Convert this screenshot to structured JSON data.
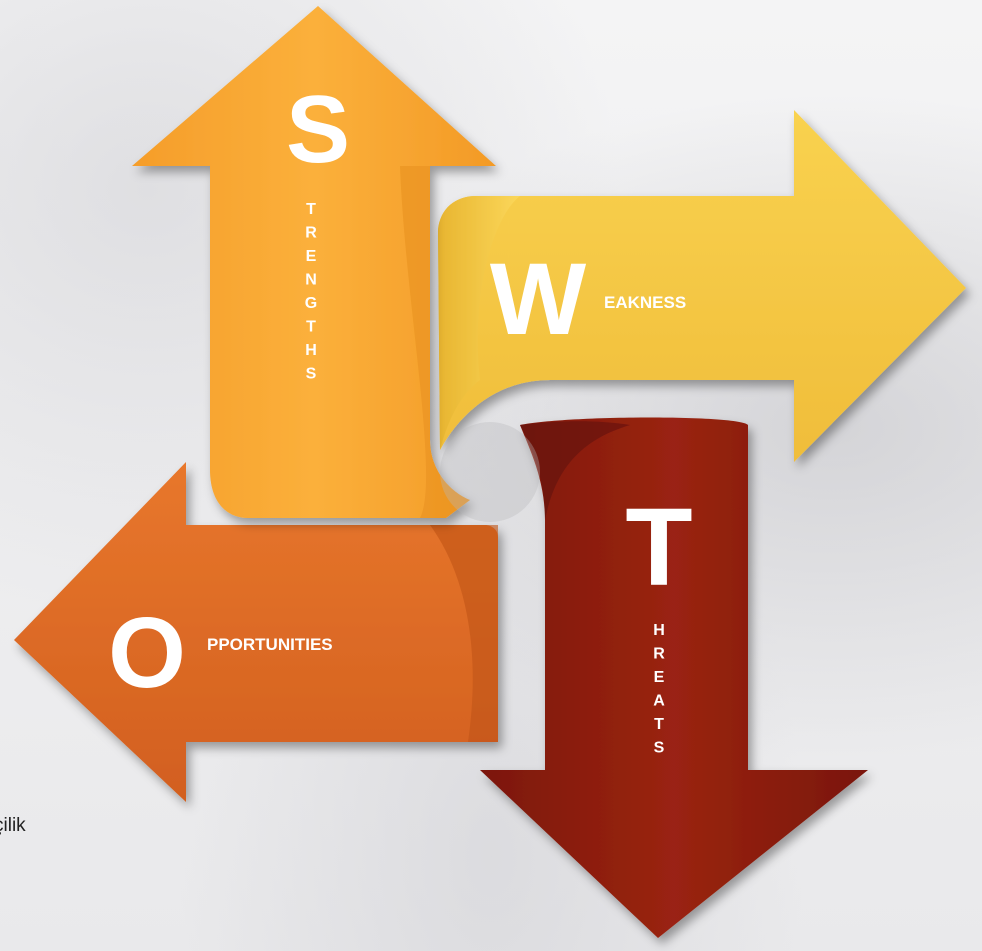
{
  "swot": {
    "strengths": {
      "letter": "S",
      "rest": [
        "T",
        "R",
        "E",
        "N",
        "G",
        "T",
        "H",
        "S"
      ],
      "color": "#f7a531"
    },
    "weakness": {
      "letter": "W",
      "rest": "EAKNESS",
      "color": "#f6c84a"
    },
    "opportunities": {
      "letter": "O",
      "rest": "PPORTUNITIES",
      "color": "#dd6a25"
    },
    "threats": {
      "letter": "T",
      "rest": [
        "H",
        "R",
        "E",
        "A",
        "T",
        "S"
      ],
      "color": "#8f1e10"
    }
  },
  "footer": {
    "text": "çilik"
  }
}
